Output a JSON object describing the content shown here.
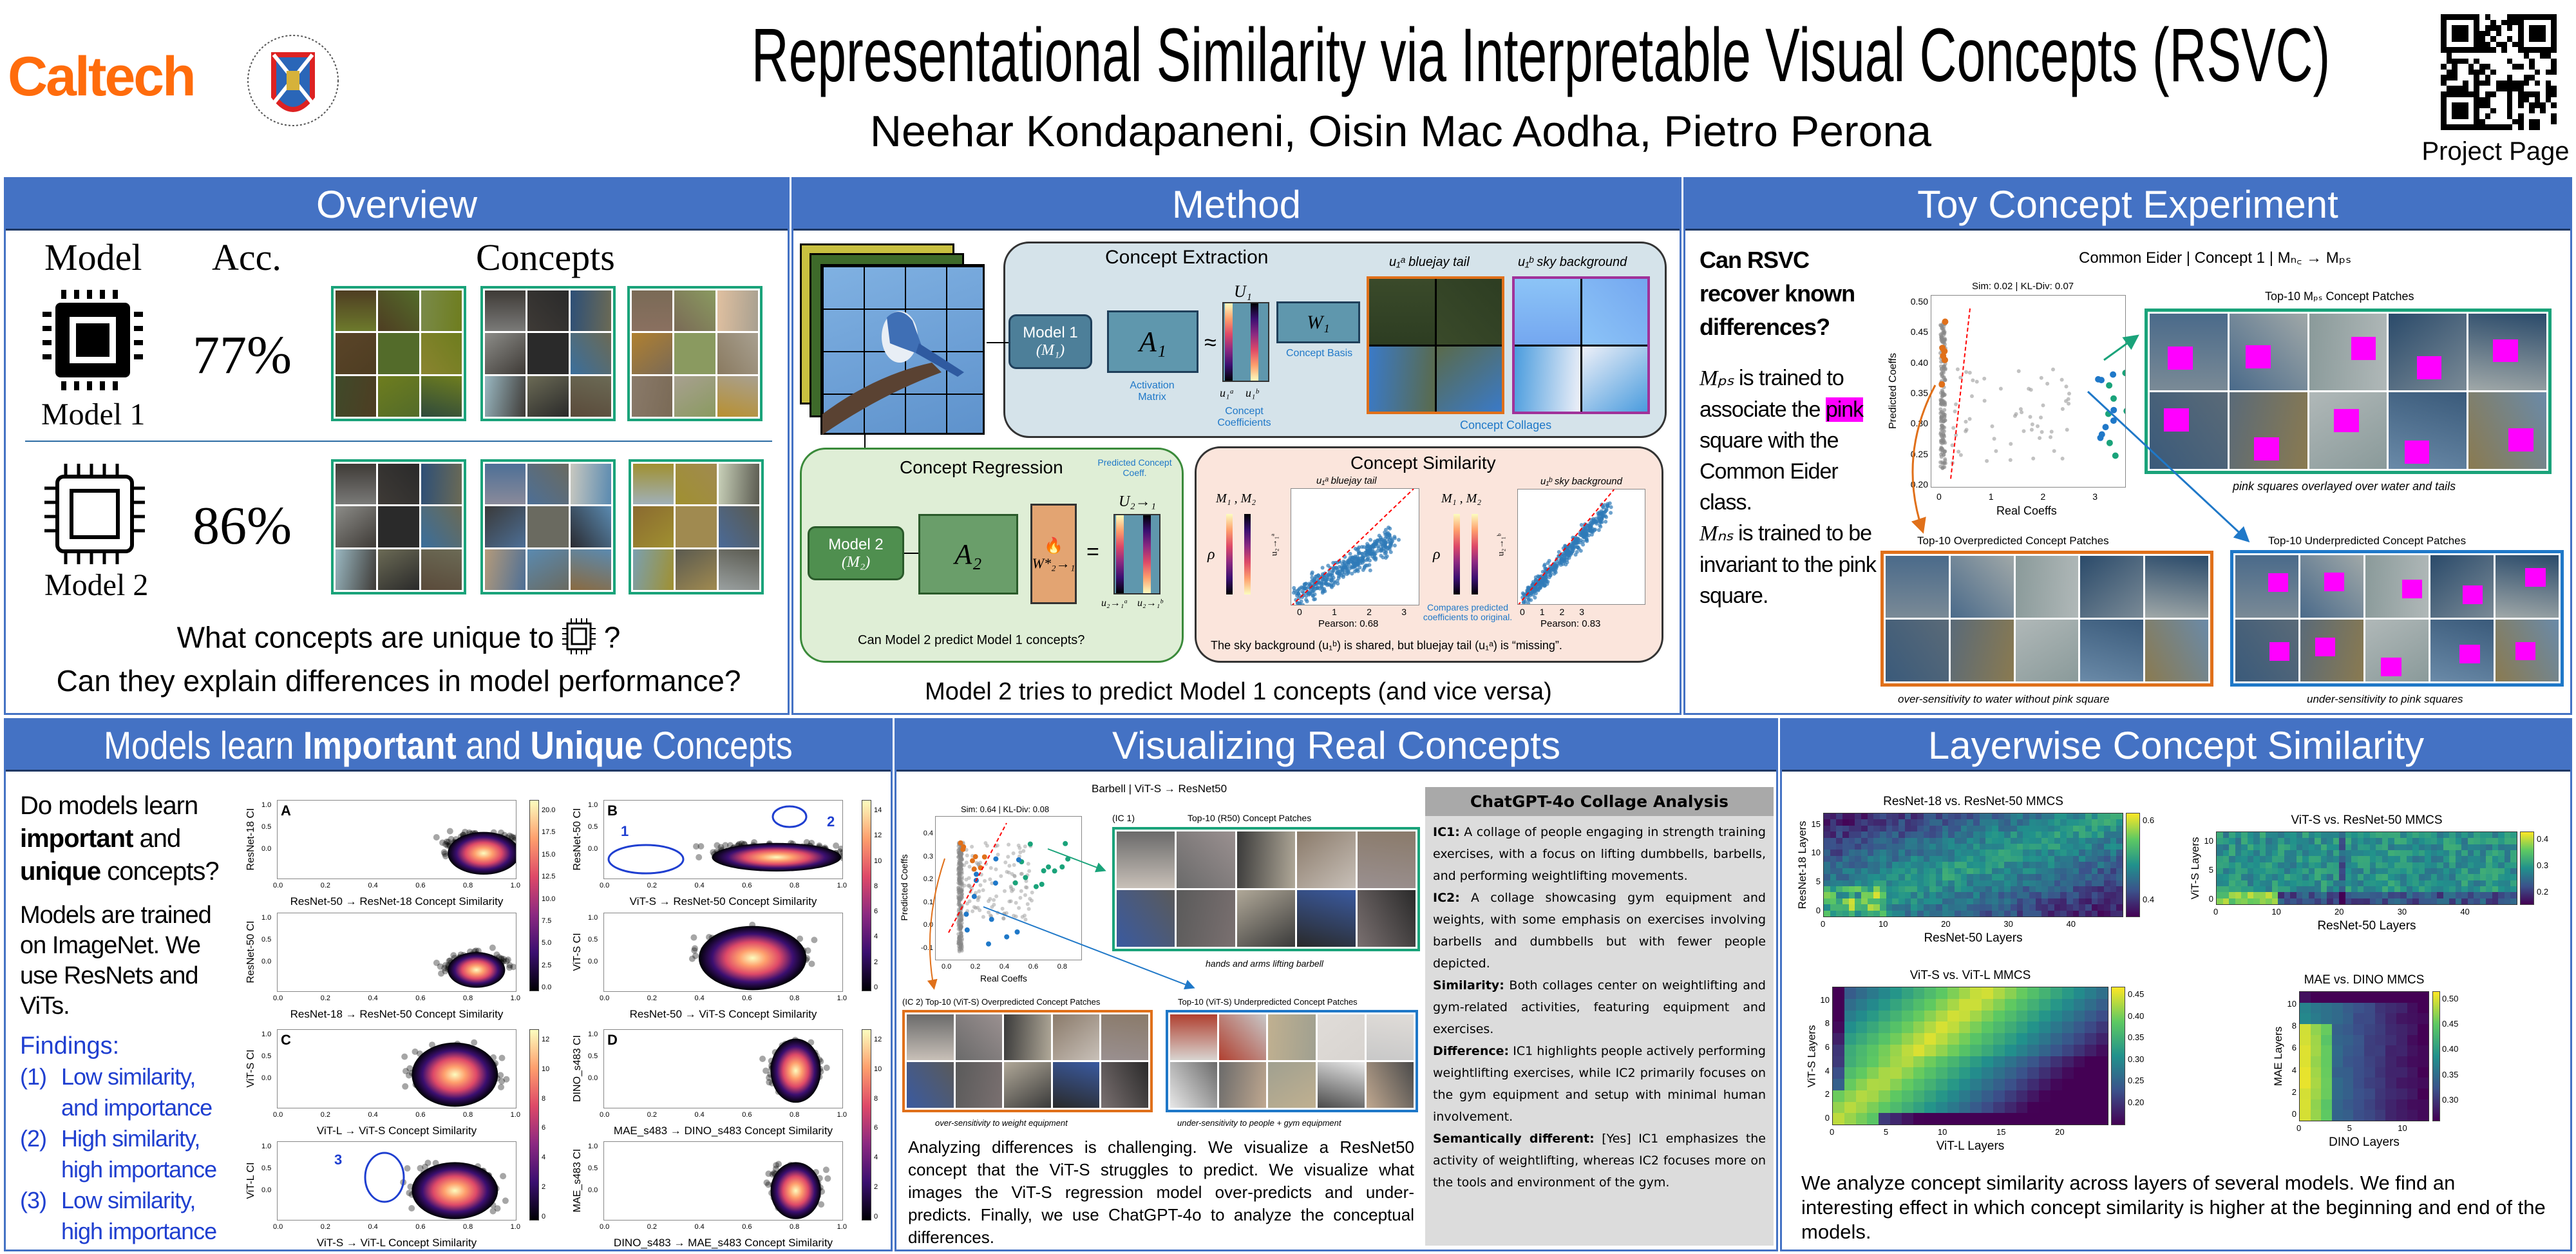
{
  "header": {
    "caltech_logo": "Caltech",
    "edinburgh_seal": "The University of Edinburgh",
    "title": "Representational Similarity via Interpretable Visual Concepts (RSVC)",
    "authors": "Neehar Kondapaneni, Oisin Mac Aodha, Pietro Perona",
    "qr_label": "Project Page"
  },
  "overview": {
    "title": "Overview",
    "col_model": "Model",
    "col_acc": "Acc.",
    "col_concepts": "Concepts",
    "models": [
      {
        "name": "Model 1",
        "acc": "77%"
      },
      {
        "name": "Model 2",
        "acc": "86%"
      }
    ],
    "question1_pre": "What concepts are unique to",
    "question1_post": "?",
    "question2": "Can they explain differences in model performance?"
  },
  "method": {
    "title": "Method",
    "extraction_title": "Concept Extraction",
    "model1_line1": "Model 1",
    "model1_line2": "(M₁)",
    "a1": "A₁",
    "approx": "≈",
    "u1": "U₁",
    "w1": "W₁",
    "activation_matrix": "Activation Matrix",
    "concept_coefficients": "Concept Coefficients",
    "concept_basis": "Concept Basis",
    "concept_collages": "Concept Collages",
    "u1a": "u₁ᵃ",
    "u1b": "u₁ᵇ",
    "collage_a_label": "u₁ᵃ bluejay tail",
    "collage_b_label": "u₁ᵇ sky background",
    "regression_title": "Concept Regression",
    "predicted_coeff": "Predicted Concept Coeff.",
    "model2_line1": "Model 2",
    "model2_line2": "(M₂)",
    "a2": "A₂",
    "w21": "W*₂→₁",
    "equals": "=",
    "u21": "U₂→₁",
    "u21a": "u₂→₁ᵃ",
    "u21b": "u₂→₁ᵇ",
    "regression_caption": "Can Model 2 predict Model 1 concepts?",
    "similarity_title": "Concept Similarity",
    "m1m2": "M₁ , M₂",
    "rho": "ρ",
    "plot_a_title": "u₁ᵃ bluejay tail",
    "plot_b_title": "u₁ᵇ sky background",
    "plot_a_ylabel": "u₂→₁ᵃ",
    "plot_b_ylabel": "u₂→₁ᵇ",
    "ticks": [
      "0",
      "1",
      "2",
      "3"
    ],
    "pearson_a": "Pearson: 0.68",
    "pearson_b": "Pearson: 0.83",
    "compares_note": "Compares predicted coefficients to original.",
    "similarity_caption": "The sky background (u₁ᵇ) is shared, but bluejay tail (u₁ᵃ) is “missing”.",
    "bottom_caption": "Model 2 tries to predict Model 1 concepts (and vice versa)"
  },
  "toy": {
    "title": "Toy Concept Experiment",
    "question": "Can RSVC recover known differences?",
    "text_mps": "Mₚₛ",
    "text_1": "is trained to associate the",
    "text_pink": "pink",
    "text_2": "square with the Common Eider class.",
    "text_mns": "Mₙₛ",
    "text_3": "is trained to be invariant to the pink square.",
    "figure_title": "Common Eider | Concept 1 | Mₙ꜀ → Mₚₛ",
    "scatter_title": "Sim: 0.02 | KL-Div: 0.07",
    "xlabel": "Real Coeffs",
    "ylabel": "Predicted Coeffs",
    "xticks": [
      "0",
      "1",
      "2",
      "3"
    ],
    "yticks": [
      "0.50",
      "0.45",
      "0.40",
      "0.35",
      "0.30",
      "0.25",
      "0.20"
    ],
    "top_title": "Top-10 Mₚₛ Concept Patches",
    "top_caption": "pink squares overlayed over water and tails",
    "over_title": "Top-10 Overpredicted Concept Patches",
    "over_caption": "over-sensitivity to water without pink square",
    "under_title": "Top-10 Underpredicted Concept Patches",
    "under_caption": "under-sensitivity to pink squares"
  },
  "important": {
    "title_pre": "Models learn ",
    "title_b1": "Important",
    "title_mid": " and ",
    "title_b2": "Unique",
    "title_post": " Concepts",
    "q_pre": "Do models learn",
    "q_b1": "important",
    "q_mid": "and",
    "q_b2": "unique",
    "q_post": "concepts?",
    "trained": "Models are trained on ImageNet. We use ResNets and ViTs.",
    "findings_title": "Findings:",
    "findings": [
      {
        "num": "(1)",
        "line1": "Low similarity,",
        "line2": "and importance"
      },
      {
        "num": "(2)",
        "line1": "High similarity,",
        "line2": "high importance"
      },
      {
        "num": "(3)",
        "line1": "Low similarity,",
        "line2": "high importance"
      }
    ],
    "xticks": [
      "0.0",
      "0.2",
      "0.4",
      "0.6",
      "0.8",
      "1.0"
    ],
    "yticks": [
      "1.0",
      "0.5",
      "0.0"
    ],
    "plots": [
      {
        "letter": "A",
        "ylabel": "ResNet-18 CI",
        "xlabel": "ResNet-50 → ResNet-18 Concept Similarity"
      },
      {
        "letter": "",
        "ylabel": "ResNet-50 CI",
        "xlabel": "ResNet-18 → ResNet-50 Concept Similarity"
      },
      {
        "letter": "B",
        "ylabel": "ResNet-50 CI",
        "xlabel": "ViT-S → ResNet-50 Concept Similarity"
      },
      {
        "letter": "",
        "ylabel": "ViT-S CI",
        "xlabel": "ResNet-50 → ViT-S Concept Similarity"
      },
      {
        "letter": "C",
        "ylabel": "ViT-S CI",
        "xlabel": "ViT-L → ViT-S Concept Similarity"
      },
      {
        "letter": "",
        "ylabel": "ViT-L CI",
        "xlabel": "ViT-S → ViT-L Concept Similarity"
      },
      {
        "letter": "D",
        "ylabel": "DINO_s483 CI",
        "xlabel": "MAE_s483 → DINO_s483 Concept Similarity"
      },
      {
        "letter": "",
        "ylabel": "MAE_s483 CI",
        "xlabel": "DINO_s483 → MAE_s483 Concept Similarity"
      }
    ],
    "colorbars": [
      [
        "20.0",
        "17.5",
        "15.0",
        "12.5",
        "10.0",
        "7.5",
        "5.0",
        "2.5",
        "0.0"
      ],
      [
        "14",
        "12",
        "10",
        "8",
        "6",
        "4",
        "2",
        "0"
      ],
      [
        "12",
        "10",
        "8",
        "6",
        "4",
        "2",
        "0"
      ],
      [
        "12",
        "10",
        "8",
        "6",
        "4",
        "2",
        "0"
      ]
    ],
    "annotations": [
      "1",
      "2",
      "3"
    ]
  },
  "visualizing": {
    "title": "Visualizing Real Concepts",
    "figure_title": "Barbell | ViT-S → ResNet50",
    "scatter_title": "Sim: 0.64 | KL-Div: 0.08",
    "xlabel": "Real Coeffs",
    "ylabel": "Predicted Coeffs",
    "xticks": [
      "0.0",
      "0.2",
      "0.4",
      "0.6",
      "0.8"
    ],
    "yticks": [
      "0.4",
      "0.3",
      "0.2",
      "0.1",
      "0.0",
      "-0.1"
    ],
    "ic1": "(IC 1)",
    "top_title": "Top-10 (R50) Concept Patches",
    "top_caption": "hands and arms lifting barbell",
    "over_title": "(IC 2) Top-10 (ViT-S) Overpredicted Concept Patches",
    "over_caption": "over-sensitivity to weight equipment",
    "under_title": "Top-10 (ViT-S) Underpredicted Concept Patches",
    "under_caption": "under-sensitivity to people + gym equipment",
    "paragraph": "Analyzing differences is challenging. We visualize a ResNet50 concept that the ViT-S struggles to predict. We visualize what images the ViT-S regression model over-predicts and under-predicts. Finally, we use ChatGPT-4o to analyze the conceptual differences.",
    "chatgpt": {
      "title": "ChatGPT-4o Collage Analysis",
      "items": [
        {
          "label": "IC1:",
          "text": " A collage of people engaging in strength training exercises, with a focus on lifting dumbbells, barbells, and performing weightlifting movements."
        },
        {
          "label": "IC2:",
          "text": " A collage showcasing gym equipment and weights, with some emphasis on exercises involving barbells and dumbbells but with fewer people depicted."
        },
        {
          "label": "Similarity:",
          "text": " Both collages center on weightlifting and gym-related activities, featuring equipment and exercises."
        },
        {
          "label": "Difference:",
          "text": " IC1 highlights people actively performing weightlifting exercises, while IC2 primarily focuses on the gym equipment and setup with minimal human involvement."
        },
        {
          "label": "Semantically different:",
          "text": " [Yes] IC1 emphasizes the activity of weightlifting, whereas IC2 focuses more on the tools and environment of the gym."
        }
      ]
    }
  },
  "layerwise": {
    "title": "Layerwise Concept Similarity",
    "heatmaps": [
      {
        "title": "ResNet-18 vs. ResNet-50 MMCS",
        "xlabel": "ResNet-50 Layers",
        "ylabel": "ResNet-18 Layers",
        "xticks": [
          "0",
          "10",
          "20",
          "30",
          "40"
        ],
        "yticks": [
          "15",
          "10",
          "5",
          "0"
        ],
        "cbticks": [
          "0.6",
          "0.4"
        ]
      },
      {
        "title": "ViT-S vs. ResNet-50 MMCS",
        "xlabel": "ResNet-50 Layers",
        "ylabel": "ViT-S Layers",
        "xticks": [
          "0",
          "10",
          "20",
          "30",
          "40"
        ],
        "yticks": [
          "10",
          "5",
          "0"
        ],
        "cbticks": [
          "0.4",
          "0.3",
          "0.2"
        ]
      },
      {
        "title": "ViT-S vs. ViT-L MMCS",
        "xlabel": "ViT-L Layers",
        "ylabel": "ViT-S Layers",
        "xticks": [
          "0",
          "5",
          "10",
          "15",
          "20"
        ],
        "yticks": [
          "10",
          "8",
          "6",
          "4",
          "2",
          "0"
        ],
        "cbticks": [
          "0.45",
          "0.40",
          "0.35",
          "0.30",
          "0.25",
          "0.20"
        ]
      },
      {
        "title": "MAE vs. DINO MMCS",
        "xlabel": "DINO Layers",
        "ylabel": "MAE Layers",
        "xticks": [
          "0",
          "5",
          "10"
        ],
        "yticks": [
          "10",
          "8",
          "6",
          "4",
          "2",
          "0"
        ],
        "cbticks": [
          "0.50",
          "0.45",
          "0.40",
          "0.35",
          "0.30"
        ]
      }
    ],
    "paragraph": "We analyze concept similarity across layers of several models. We find an interesting effect in which concept similarity is higher at the beginning and end of the models."
  },
  "colors": {
    "panel_header": "#4472c4",
    "accent_blue": "#1f78c8",
    "green_frame": "#1aa37a",
    "orange_frame": "#e0701a",
    "blue_frame": "#1f78c8",
    "pink": "#ff00ff"
  }
}
